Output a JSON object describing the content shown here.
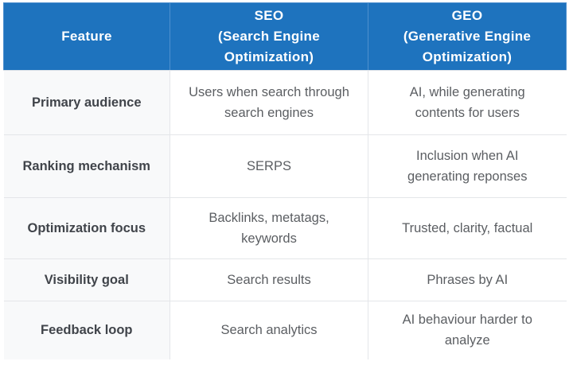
{
  "table": {
    "headers": [
      "Feature",
      "SEO\n(Search Engine\nOptimization)",
      "GEO\n(Generative Engine\nOptimization)"
    ],
    "rows": [
      {
        "feature": "Primary audience",
        "seo": "Users when search through\nsearch engines",
        "geo": "AI, while generating\ncontents for users"
      },
      {
        "feature": "Ranking mechanism",
        "seo": "SERPS",
        "geo": "Inclusion when AI\ngenerating reponses"
      },
      {
        "feature": "Optimization focus",
        "seo": "Backlinks, metatags,\nkeywords",
        "geo": "Trusted, clarity, factual"
      },
      {
        "feature": "Visibility goal",
        "seo": "Search results",
        "geo": "Phrases by AI"
      },
      {
        "feature": "Feedback loop",
        "seo": "Search analytics",
        "geo": "AI behaviour harder to\nanalyze"
      }
    ]
  },
  "colors": {
    "header_bg": "#1e73be",
    "header_border": "#4e90ce",
    "header_text": "#ffffff",
    "body_text": "#5b5e62",
    "feature_text": "#40444a",
    "feature_col_bg": "#f8f9fa",
    "grid_border": "#e4e6e9"
  }
}
